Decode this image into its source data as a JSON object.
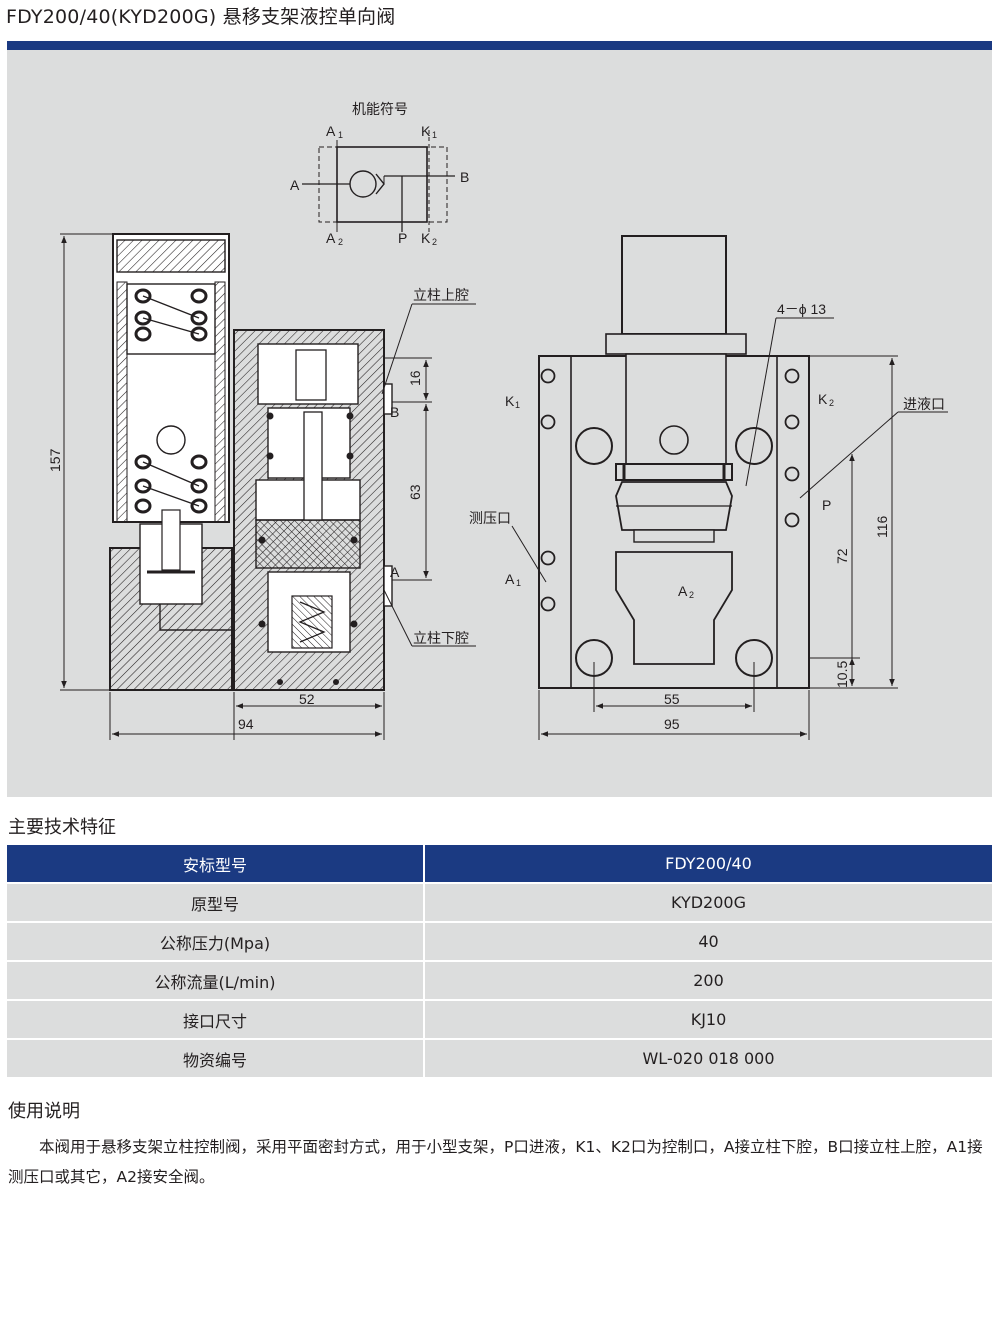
{
  "page": {
    "title": "FDY200/40(KYD200G) 悬移支架液控单向阀",
    "accent_color": "#1b3a82",
    "panel_color": "#dcdddd"
  },
  "drawing": {
    "symbol": {
      "caption": "机能符号",
      "a1": "A",
      "a1_sub": "1",
      "k1": "K",
      "k1_sub": "1",
      "a": "A",
      "b": "B",
      "a2": "A",
      "a2_sub": "2",
      "p": "P",
      "k2": "K",
      "k2_sub": "2"
    },
    "section_view": {
      "callout_upper": "立柱上腔",
      "callout_lower": "立柱下腔",
      "port_b": "B",
      "port_a": "A",
      "dim_height": "157",
      "dim_16": "16",
      "dim_63": "63",
      "dim_52": "52",
      "dim_94": "94"
    },
    "side_view": {
      "holes": "4－ϕ 13",
      "k1": "K",
      "k1_sub": "1",
      "k2": "K",
      "k2_sub": "2",
      "inlet": "进液口",
      "test_port": "测压口",
      "p": "P",
      "a1": "A",
      "a1_sub": "1",
      "a2": "A",
      "a2_sub": "2",
      "dim_116": "116",
      "dim_72": "72",
      "dim_10_5": "10.5",
      "dim_55": "55",
      "dim_95": "95"
    }
  },
  "specs": {
    "title": "主要技术特征",
    "header": {
      "label": "安标型号",
      "value": "FDY200/40"
    },
    "rows": [
      {
        "label": "原型号",
        "value": "KYD200G"
      },
      {
        "label": "公称压力(Mpa)",
        "value": "40"
      },
      {
        "label": "公称流量(L/min)",
        "value": "200"
      },
      {
        "label": "接口尺寸",
        "value": "KJ10"
      },
      {
        "label": "物资编号",
        "value": "WL-020 018 000"
      }
    ]
  },
  "usage": {
    "title": "使用说明",
    "text": "本阀用于悬移支架立柱控制阀，采用平面密封方式，用于小型支架，P口进液，K1、K2口为控制口，A接立柱下腔，B口接立柱上腔，A1接测压口或其它，A2接安全阀。"
  }
}
